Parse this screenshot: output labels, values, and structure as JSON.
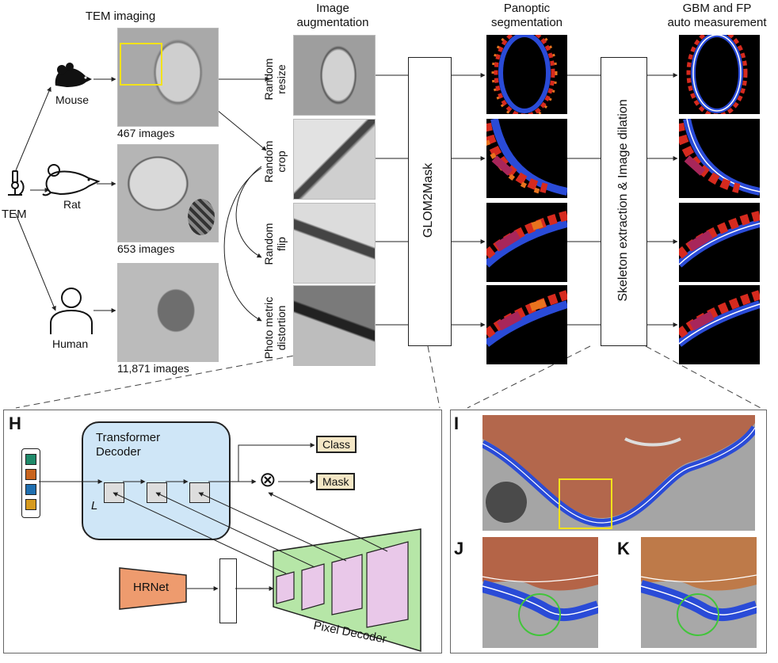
{
  "headers": {
    "tem_imaging": "TEM imaging",
    "image_augmentation": "Image\naugmentation",
    "panoptic_segmentation": "Panoptic\nsegmentation",
    "gbm_fp": "GBM and FP\nauto measurement"
  },
  "species": [
    {
      "label": "Mouse",
      "count": "467 images",
      "icon": "mouse-icon"
    },
    {
      "label": "Rat",
      "count": "653 images",
      "icon": "rat-icon"
    },
    {
      "label": "Human",
      "count": "11,871 images",
      "icon": "human-icon"
    }
  ],
  "tem_label": "TEM",
  "augmentations": [
    "Random\nresize",
    "Random\ncrop",
    "Random\nflip",
    "Photo metric\ndistortion"
  ],
  "model_box": "GLOM2Mask",
  "postproc_box": "Skeleton extraction & Image dilation",
  "panel_h": {
    "letter": "H",
    "transformer_decoder": "Transformer\nDecoder",
    "l_symbol": "L",
    "class_label": "Class",
    "mask_label": "Mask",
    "hrnet_label": "HRNet",
    "pixel_decoder": "Pixel Decoder",
    "multiply_symbol": "⊗",
    "query_colors": [
      "#1f8a6a",
      "#c8641e",
      "#1f6fb0",
      "#d69a1e"
    ]
  },
  "panel_letters": {
    "i": "I",
    "j": "J",
    "k": "K"
  },
  "colors": {
    "gbm_blue": "#2a4bd7",
    "fp_red": "#d62a1e",
    "fp_orange": "#e8731e",
    "fp_magenta": "#a8265a",
    "decoder_fill": "#cfe6f7",
    "pixel_decoder_fill": "#b6e6a7",
    "hrnet_fill": "#ee9b6e",
    "feature_fill": "#e9c8e9",
    "roi_yellow": "#f2e21a",
    "circle_green": "#41c53a"
  }
}
